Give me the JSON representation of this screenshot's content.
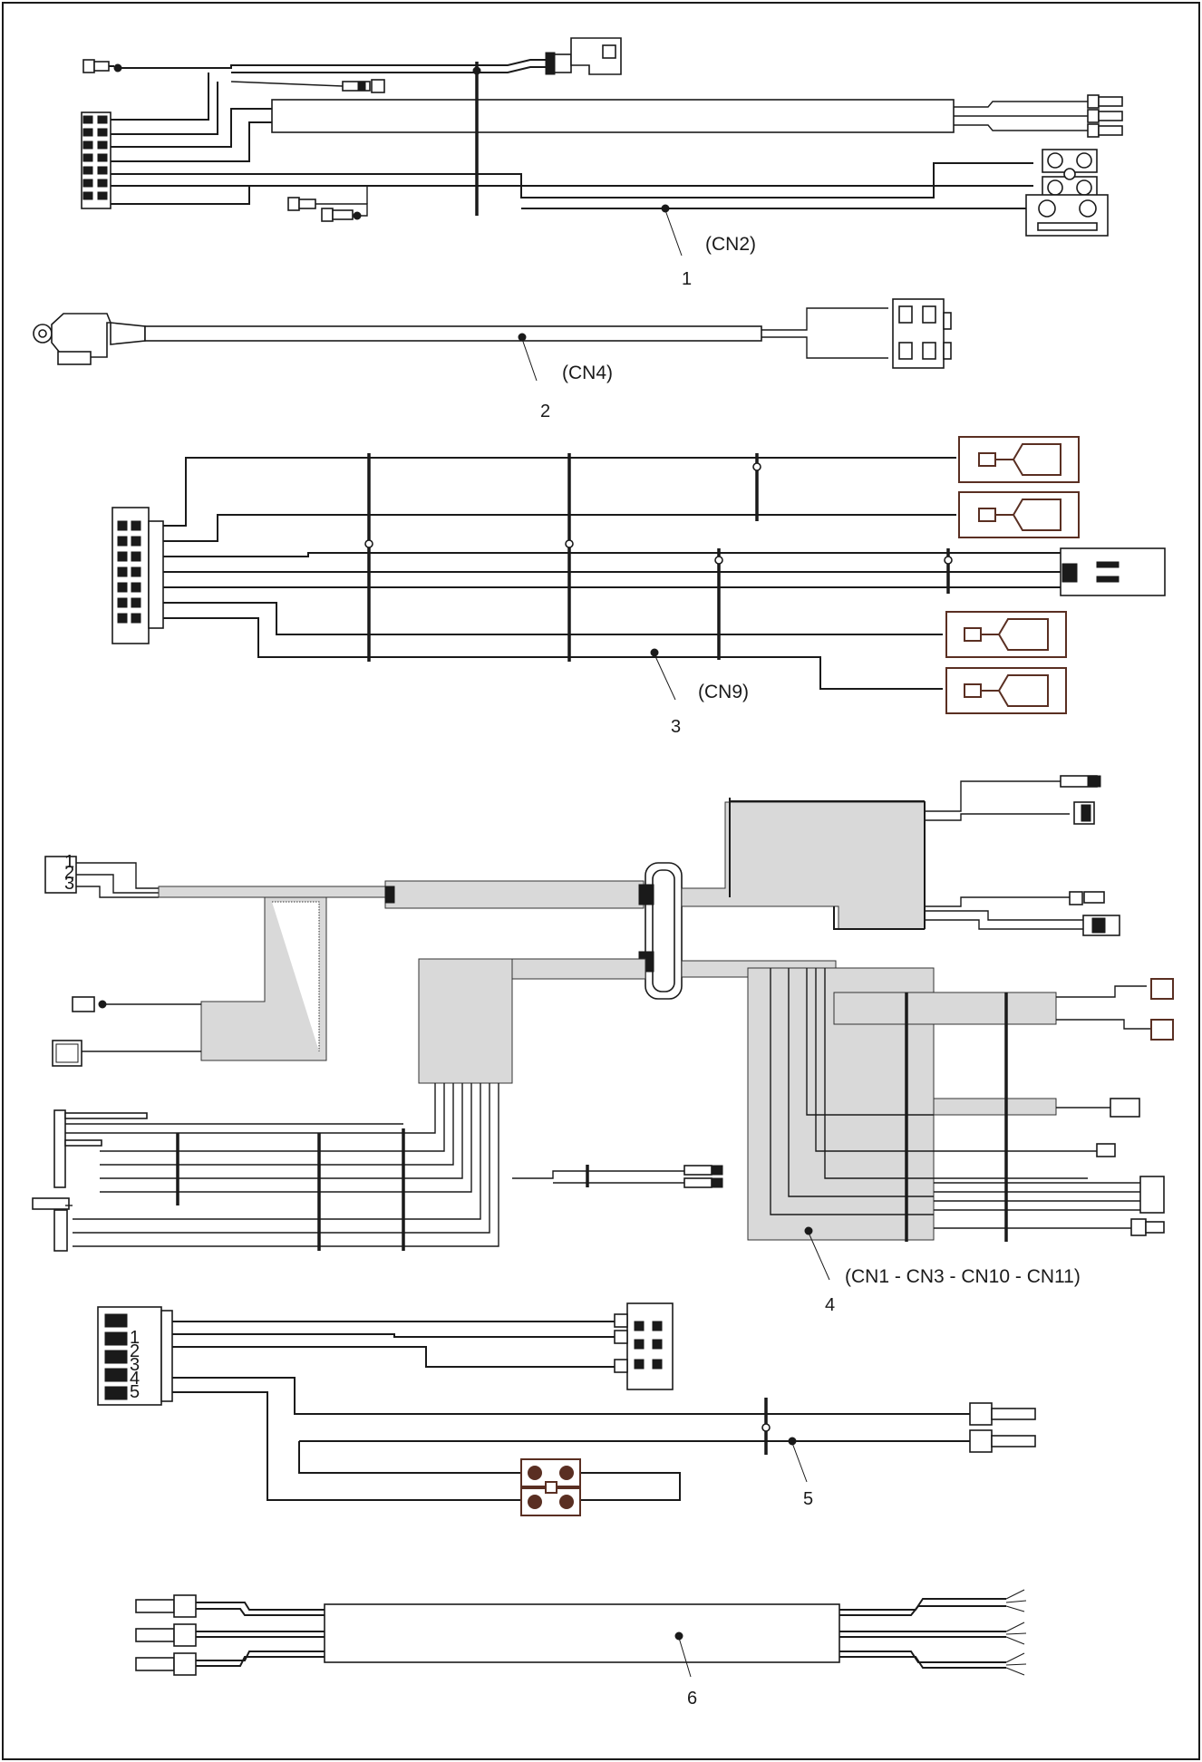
{
  "harnesses": [
    {
      "number": "1",
      "connector": "(CN2)"
    },
    {
      "number": "2",
      "connector": "(CN4)"
    },
    {
      "number": "3",
      "connector": "(CN9)"
    },
    {
      "number": "4",
      "connector": "(CN1 - CN3 - CN10 - CN11)"
    },
    {
      "number": "5",
      "connector": ""
    },
    {
      "number": "6",
      "connector": ""
    }
  ],
  "pin_labels": {
    "h4_connector": [
      "1",
      "2",
      "3"
    ],
    "h5_connector": [
      "1",
      "2",
      "3",
      "4",
      "5"
    ]
  }
}
